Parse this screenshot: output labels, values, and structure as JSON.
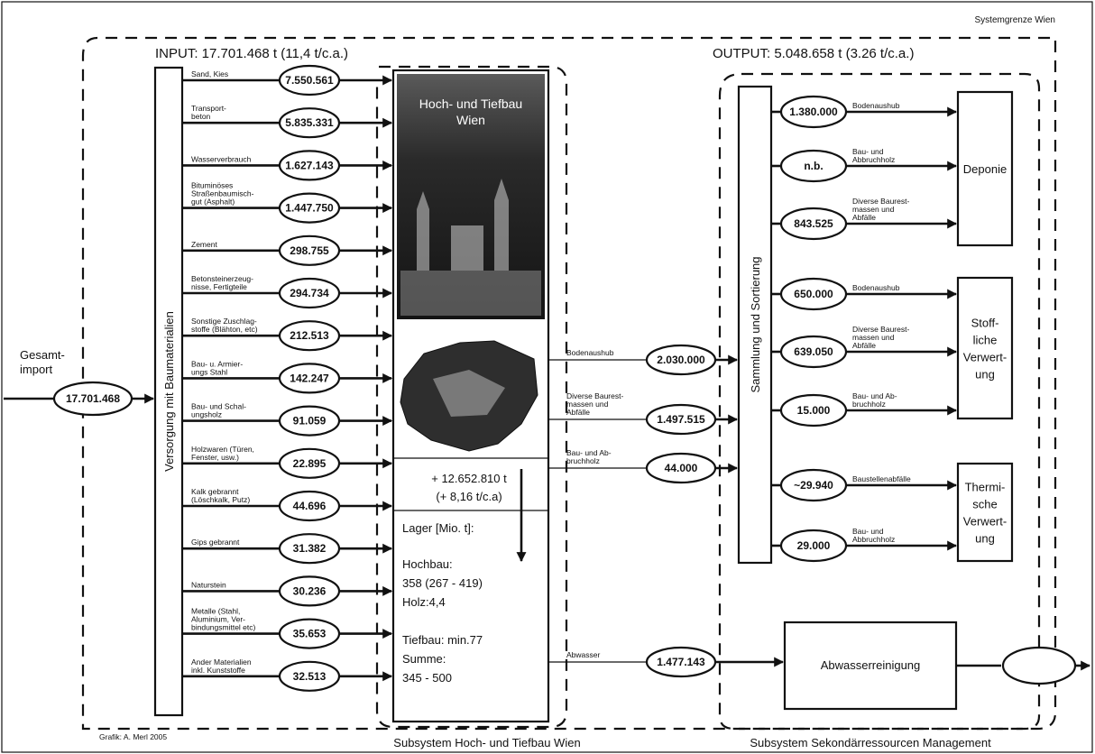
{
  "system_boundary": "Systemgrenze Wien",
  "input_header": "INPUT: 17.701.468 t (11,4 t/c.a.)",
  "output_header": "OUTPUT: 5.048.658 t (3.26 t/c.a.)",
  "import": {
    "label_line1": "Gesamt-",
    "label_line2": "import",
    "value": "17.701.468"
  },
  "supply_box_label": "Versorgung mit Baumaterialien",
  "inputs": [
    {
      "label": [
        "Sand, Kies"
      ],
      "value": "7.550.561"
    },
    {
      "label": [
        "Transport-",
        "beton"
      ],
      "value": "5.835.331"
    },
    {
      "label": [
        "Wasserverbrauch"
      ],
      "value": "1.627.143"
    },
    {
      "label": [
        "Bituminöses",
        "Straßenbaumisch-",
        "gut (Asphalt)"
      ],
      "value": "1.447.750"
    },
    {
      "label": [
        "Zement"
      ],
      "value": "298.755"
    },
    {
      "label": [
        "Betonsteinerzeug-",
        "nisse, Fertigteile"
      ],
      "value": "294.734"
    },
    {
      "label": [
        "Sonstige Zuschlag-",
        "stoffe (Blähton, etc)"
      ],
      "value": "212.513"
    },
    {
      "label": [
        "Bau- u. Armier-",
        "ungs Stahl"
      ],
      "value": "142.247"
    },
    {
      "label": [
        "Bau- und Schal-",
        "ungsholz"
      ],
      "value": "91.059"
    },
    {
      "label": [
        "Holzwaren (Türen,",
        "Fenster, usw.)"
      ],
      "value": "22.895"
    },
    {
      "label": [
        "Kalk gebrannt",
        "(Löschkalk, Putz)"
      ],
      "value": "44.696"
    },
    {
      "label": [
        "Gips gebrannt"
      ],
      "value": "31.382"
    },
    {
      "label": [
        "Naturstein"
      ],
      "value": "30.236"
    },
    {
      "label": [
        "Metalle (Stahl,",
        "Aluminium, Ver-",
        "bindungsmittel etc)"
      ],
      "value": "35.653"
    },
    {
      "label": [
        "Ander Materialien",
        "inkl. Kunststoffe"
      ],
      "value": "32.513"
    }
  ],
  "center": {
    "photo_title_line1": "Hoch- und Tiefbau",
    "photo_title_line2": "Wien",
    "growth_line1": "+ 12.652.810 t",
    "growth_line2": "(+ 8,16 t/c.a)",
    "stock_title": "Lager [Mio. t]:",
    "stock_lines": [
      "Hochbau:",
      "358 (267 - 419)",
      "Holz:4,4",
      "",
      "Tiefbau: min.77",
      "Summe:",
      "345 - 500"
    ],
    "subsystem_label": "Subsystem Hoch- und Tiefbau Wien"
  },
  "middle_flows": [
    {
      "label": [
        "Bodenaushub"
      ],
      "value": "2.030.000"
    },
    {
      "label": [
        "Diverse Baurest-",
        "massen und",
        "Abfälle"
      ],
      "value": "1.497.515"
    },
    {
      "label": [
        "Bau- und Ab-",
        "bruchholz"
      ],
      "value": "44.000"
    },
    {
      "label": [
        "Abwasser"
      ],
      "value": "1.477.143"
    }
  ],
  "sorting_label": "Sammlung und Sortierung",
  "outputs": [
    {
      "label": [
        "Bodenaushub"
      ],
      "value": "1.380.000"
    },
    {
      "label": [
        "Bau- und",
        "Abbruchholz"
      ],
      "value": "n.b."
    },
    {
      "label": [
        "Diverse Baurest-",
        "massen und",
        "Abfälle"
      ],
      "value": "843.525"
    },
    {
      "label": [
        "Bodenaushub"
      ],
      "value": "650.000"
    },
    {
      "label": [
        "Diverse Baurest-",
        "massen und",
        "Abfälle"
      ],
      "value": "639.050"
    },
    {
      "label": [
        "Bau- und Ab-",
        "bruchholz"
      ],
      "value": "15.000"
    },
    {
      "label": [
        "Baustellenabfälle"
      ],
      "value": "~29.940"
    },
    {
      "label": [
        "Bau- und",
        "Abbruchholz"
      ],
      "value": "29.000"
    }
  ],
  "destinations": {
    "deponie": [
      "Deponie"
    ],
    "stoff": [
      "Stoff-",
      "liche",
      "Verwert-",
      "ung"
    ],
    "thermisch": [
      "Thermi-",
      "sche",
      "Verwert-",
      "ung"
    ],
    "abwasser": [
      "Abwasserreinigung"
    ]
  },
  "secondary_subsystem_label": "Subsystem Sekondärressourcen Management",
  "credit": "Grafik: A. Merl 2005",
  "colors": {
    "line": "#111111",
    "background": "#ffffff",
    "photo_dark": "#1e1e1e"
  }
}
